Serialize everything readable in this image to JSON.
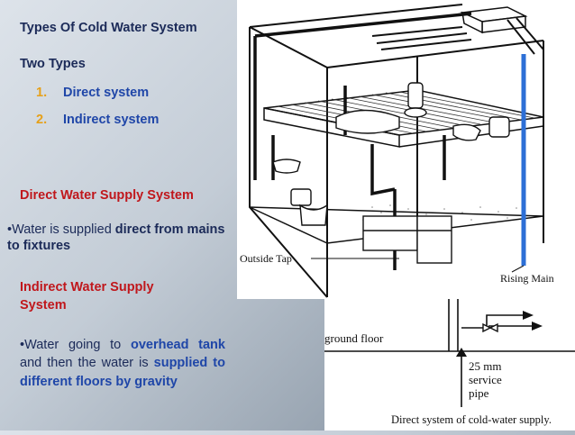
{
  "slide": {
    "title": "Types Of Cold Water System",
    "two_types": "Two Types",
    "types": [
      {
        "num": "1.",
        "label": "Direct system"
      },
      {
        "num": "2.",
        "label": "Indirect system"
      }
    ],
    "direct_heading": "Direct Water Supply System",
    "direct_desc_prefix": "•Water is supplied ",
    "direct_desc_bold": "direct from mains to fixtures",
    "indirect_heading": "Indirect Water Supply System",
    "indirect_desc": {
      "part1": "•Water going to ",
      "part2": "overhead tank",
      "part3": " and then the water is ",
      "part4": "supplied to different floors by gravity"
    }
  },
  "diagram": {
    "outside_tap": "Outside Tap",
    "rising_main": "Rising Main",
    "ground_floor": "ground floor",
    "pipe_size": "25 mm",
    "pipe_l1": "service",
    "pipe_l2": "pipe",
    "caption": "Direct system of cold-water supply."
  },
  "colors": {
    "title_navy": "#1b2a58",
    "heading_red": "#c0171c",
    "emphasis_blue": "#1f46a8",
    "list_number": "#e6a019",
    "rising_main_pipe": "#2d6fd6"
  }
}
